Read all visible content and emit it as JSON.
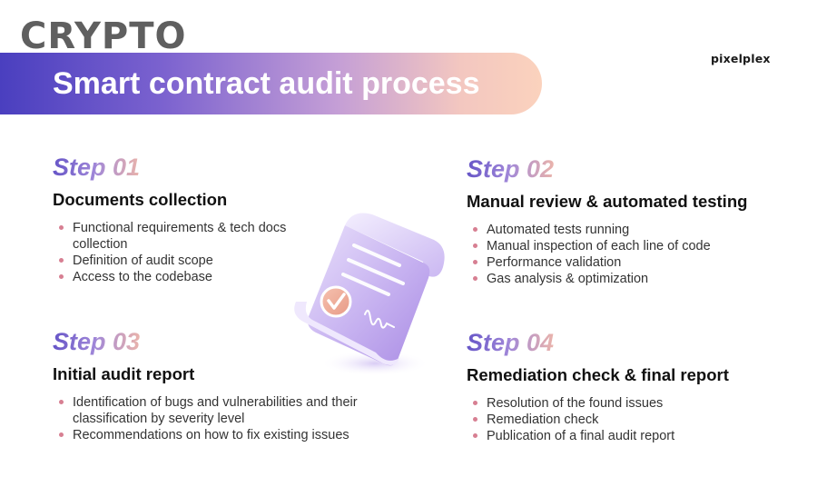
{
  "header": {
    "brand_word": "CRYPTO",
    "title": "Smart contract audit process",
    "company": "pixelplex"
  },
  "colors": {
    "banner_start": "#4a3fbf",
    "banner_end": "#fbd2bd",
    "bullet": "#d77f92",
    "step_gradient_start": "#6655c7",
    "step_gradient_end": "#f3b9a6"
  },
  "illustration": {
    "icon": "contract-scroll-icon"
  },
  "steps": [
    {
      "number": "Step 01",
      "title": "Documents collection",
      "items": [
        "Functional requirements & tech docs collection",
        "Definition of audit scope",
        "Access to the codebase"
      ]
    },
    {
      "number": "Step 02",
      "title": "Manual review & automated testing",
      "items": [
        "Automated tests running",
        "Manual inspection of each line of code",
        "Performance validation",
        "Gas analysis & optimization"
      ]
    },
    {
      "number": "Step 03",
      "title": "Initial audit report",
      "items": [
        "Identification of bugs and vulnerabilities and their classification by severity level",
        "Recommendations on how to fix existing issues"
      ]
    },
    {
      "number": "Step 04",
      "title": "Remediation check & final report",
      "items": [
        "Resolution of the found issues",
        "Remediation check",
        "Publication of a final audit report"
      ]
    }
  ]
}
